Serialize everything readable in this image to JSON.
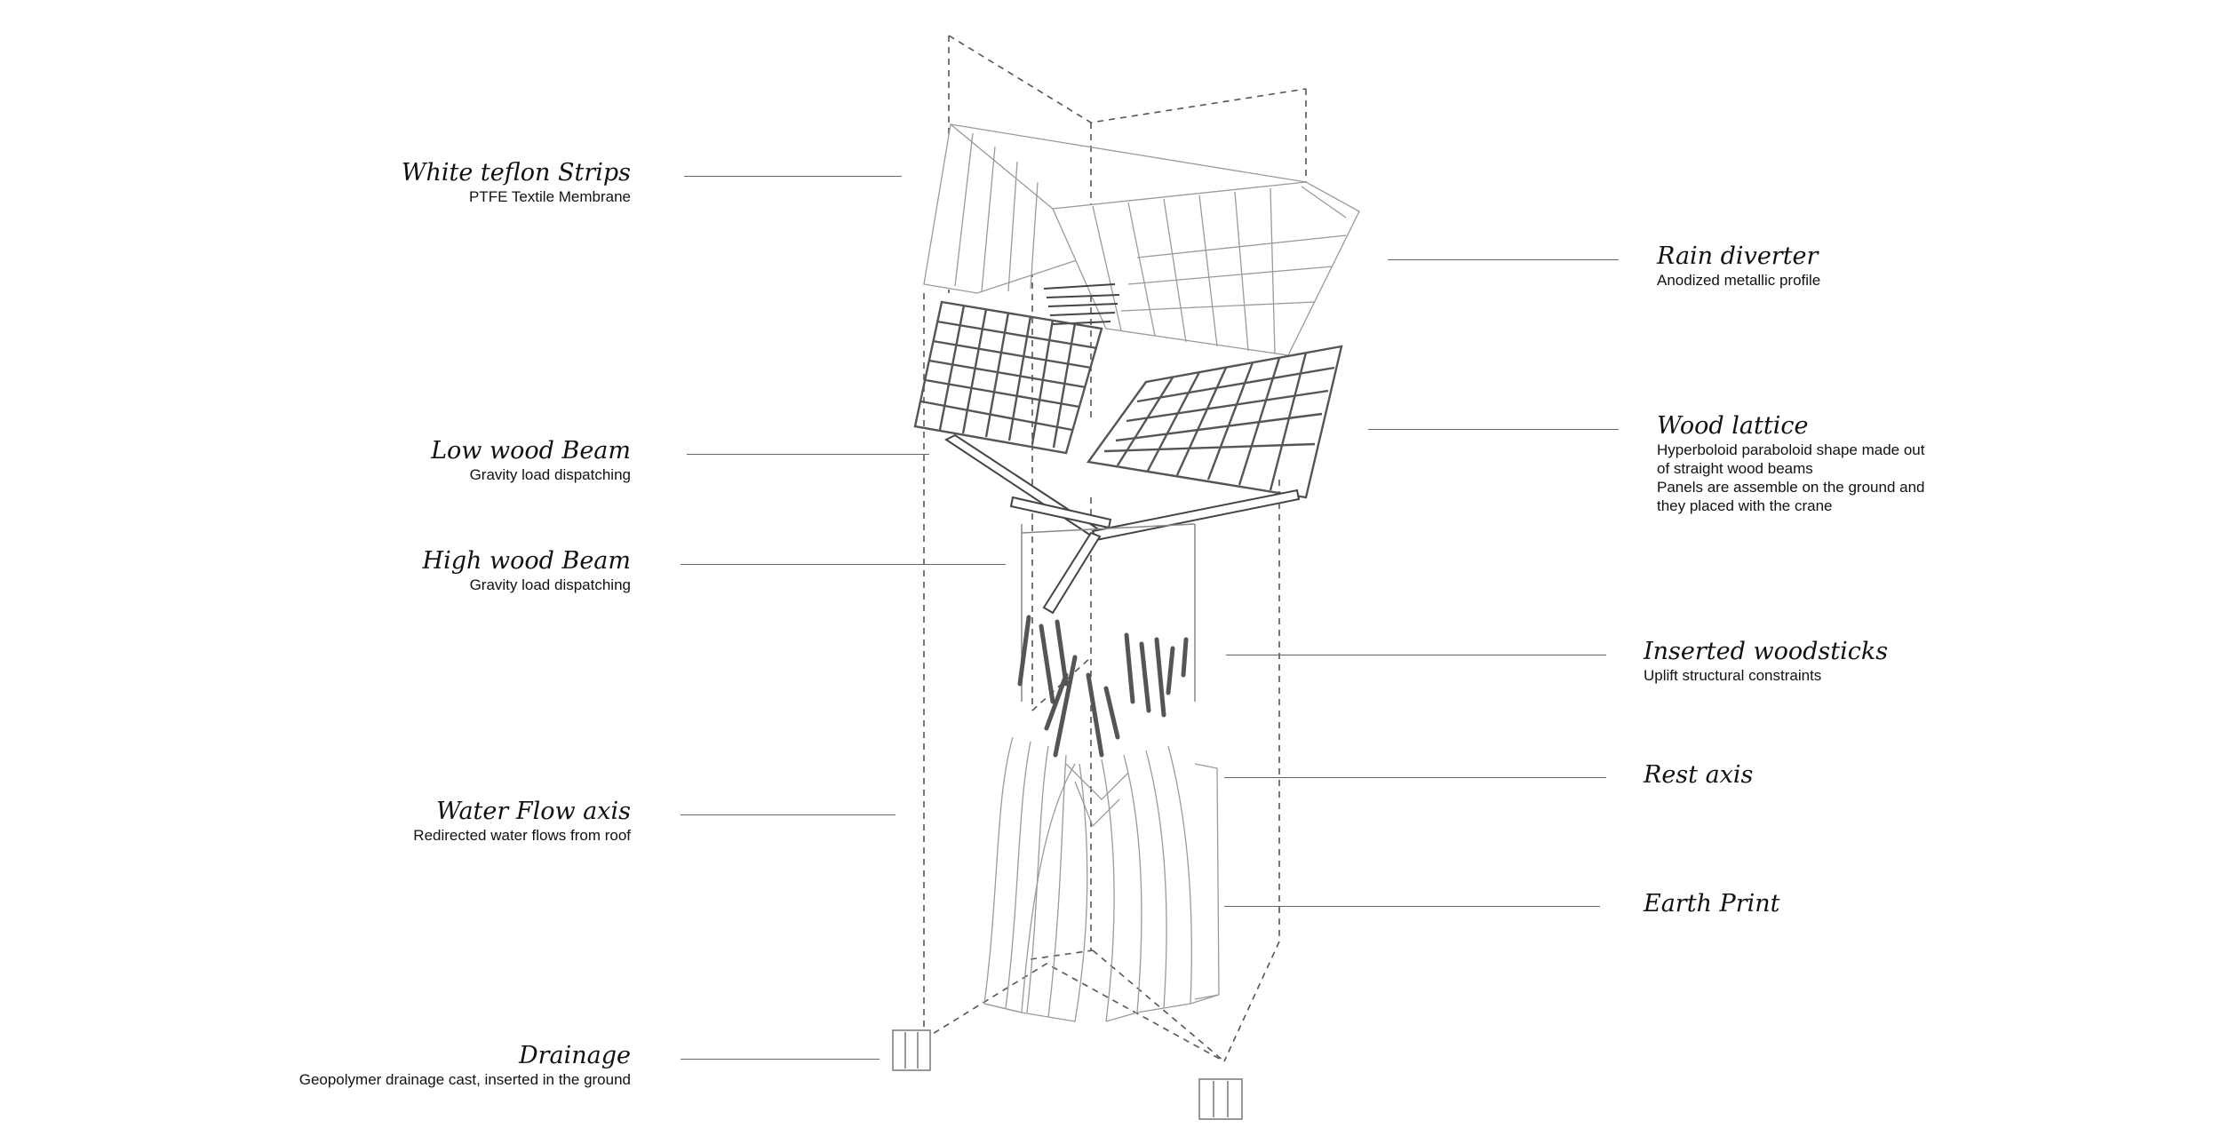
{
  "labels": {
    "white_teflon": {
      "title": "White teflon Strips",
      "desc": "PTFE Textile Membrane"
    },
    "low_beam": {
      "title": "Low wood Beam",
      "desc": "Gravity load dispatching"
    },
    "high_beam": {
      "title": "High  wood Beam",
      "desc": "Gravity load dispatching"
    },
    "water_flow": {
      "title": "Water Flow  axis",
      "desc": "Redirected water flows from roof"
    },
    "drainage": {
      "title": "Drainage",
      "desc": "Geopolymer drainage cast, inserted in the ground"
    },
    "rain_diverter": {
      "title": "Rain diverter",
      "desc": "Anodized metallic profile"
    },
    "wood_lattice": {
      "title": "Wood lattice",
      "desc_lines": [
        "Hyperboloid paraboloid shape made out",
        "of straight wood beams",
        "Panels are assemble on the ground and",
        "they placed with the crane"
      ]
    },
    "woodsticks": {
      "title": "Inserted woodsticks",
      "desc": "Uplift structural constraints"
    },
    "rest_axis": {
      "title": "Rest axis"
    },
    "earth_print": {
      "title": "Earth Print"
    }
  },
  "colors": {
    "stroke": "#555555",
    "light_stroke": "#9a9a9a",
    "dashed": "#555555",
    "text": "#111111"
  }
}
